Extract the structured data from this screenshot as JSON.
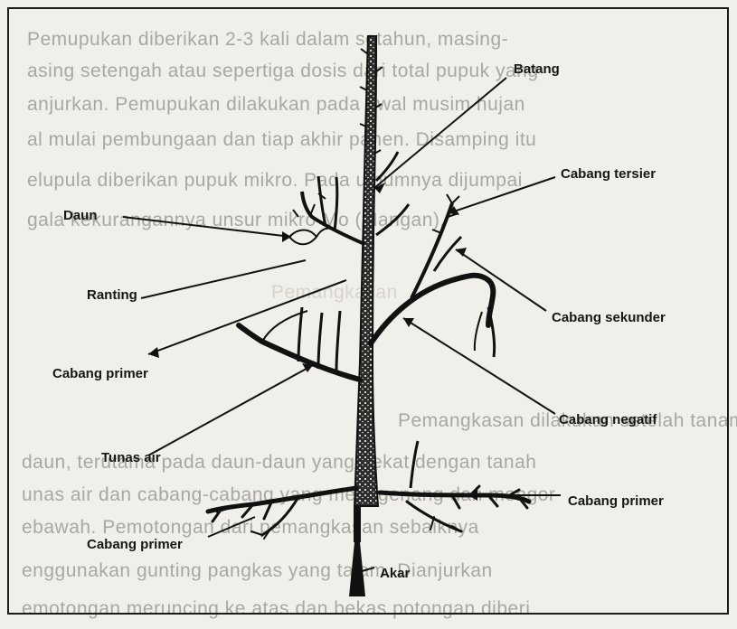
{
  "labels": {
    "batang": "Batang",
    "cabang_tersier": "Cabang tersier",
    "daun": "Daun",
    "ranting": "Ranting",
    "cabang_sekunder": "Cabang sekunder",
    "cabang_primer_left": "Cabang primer",
    "cabang_negatif": "Cabang negatif",
    "tunas_air": "Tunas air",
    "cabang_primer_right": "Cabang primer",
    "cabang_primer_bottom": "Cabang primer",
    "akar": "Akar"
  },
  "background_text": [
    "Pemupukan diberikan 2-3 kali dalam setahun, masing-",
    "asing setengah atau sepertiga dosis dari total pupuk yang",
    "anjurkan. Pemupukan dilakukan pada awal musim hujan",
    "al mulai pembungaan dan tiap akhir panen. Disamping itu",
    "elupula diberikan pupuk mikro. Pada umumnya dijumpai",
    "gala kekurangannya unsur mikro Mo (Mangan).",
    "Pemangkasan",
    "Pemangkasan dilakukan setelah tanaman berumur",
    "daun, terutama pada daun-daun yang dekat dengan tanah",
    "unas air dan cabang-cabang yang menggenang dan mengor",
    "ebawah. Pemotongan dari pemangkasan sebaiknya",
    "enggunakan gunting pangkas yang tajam. Dianjurkan",
    "emotongan meruncing ke atas dan bekas potongan diberi"
  ],
  "colors": {
    "ink": "#161616",
    "paper": "#f1efe9"
  }
}
